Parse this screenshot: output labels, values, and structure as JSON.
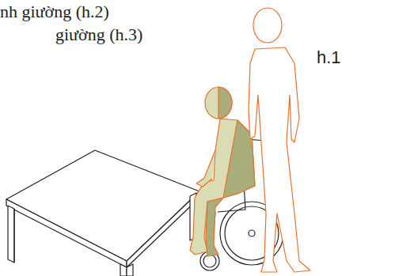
{
  "diagram": {
    "labels": [
      "nh giường (h.2)",
      "giường (h.3)",
      "h.1"
    ]
  }
}
